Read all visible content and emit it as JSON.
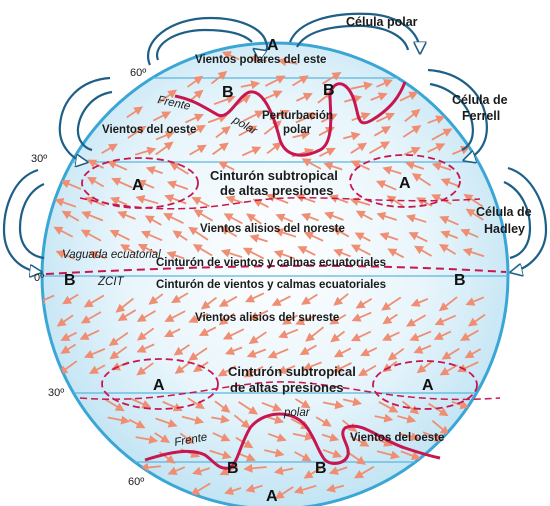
{
  "cells": {
    "polar": "Célula polar",
    "ferrell_1": "Célula de",
    "ferrell_2": "Ferrell",
    "hadley_1": "Célula de",
    "hadley_2": "Hadley"
  },
  "latitudes": {
    "north_60": "60º",
    "north_30": "30º",
    "equator": "0º",
    "south_30": "30º",
    "south_60": "60º"
  },
  "pressure": {
    "high": "A",
    "low": "B"
  },
  "labels": {
    "polar_easterlies": "Vientos polares del este",
    "front_word": "Frente",
    "polar_word": "polar",
    "polar_disturbance_1": "Perturbación",
    "polar_disturbance_2": "polar",
    "westerlies_north": "Vientos del oeste",
    "subtropical_north_1": "Cinturón subtropical",
    "subtropical_north_2": "de altas presiones",
    "ne_trades": "Vientos alisios del noreste",
    "equatorial_trough": "Vaguada ecuatorial",
    "itcz": "ZCIT",
    "doldrums_north": "Cinturón de vientos y calmas ecuatoriales",
    "doldrums_south": "Cinturón de vientos y calmas ecuatoriales",
    "se_trades": "Vientos alisios del sureste",
    "subtropical_south_1": "Cinturón subtropical",
    "subtropical_south_2": "de altas presiones",
    "polar_word_south": "polar",
    "front_word_south": "Frente",
    "westerlies_south": "Vientos del oeste"
  },
  "colors": {
    "globe_edge": "#3aa6d6",
    "globe_fill": "#dceff8",
    "arrow": "#ef8e72",
    "front": "#c8174f",
    "cell_outline": "#1d5f86"
  }
}
